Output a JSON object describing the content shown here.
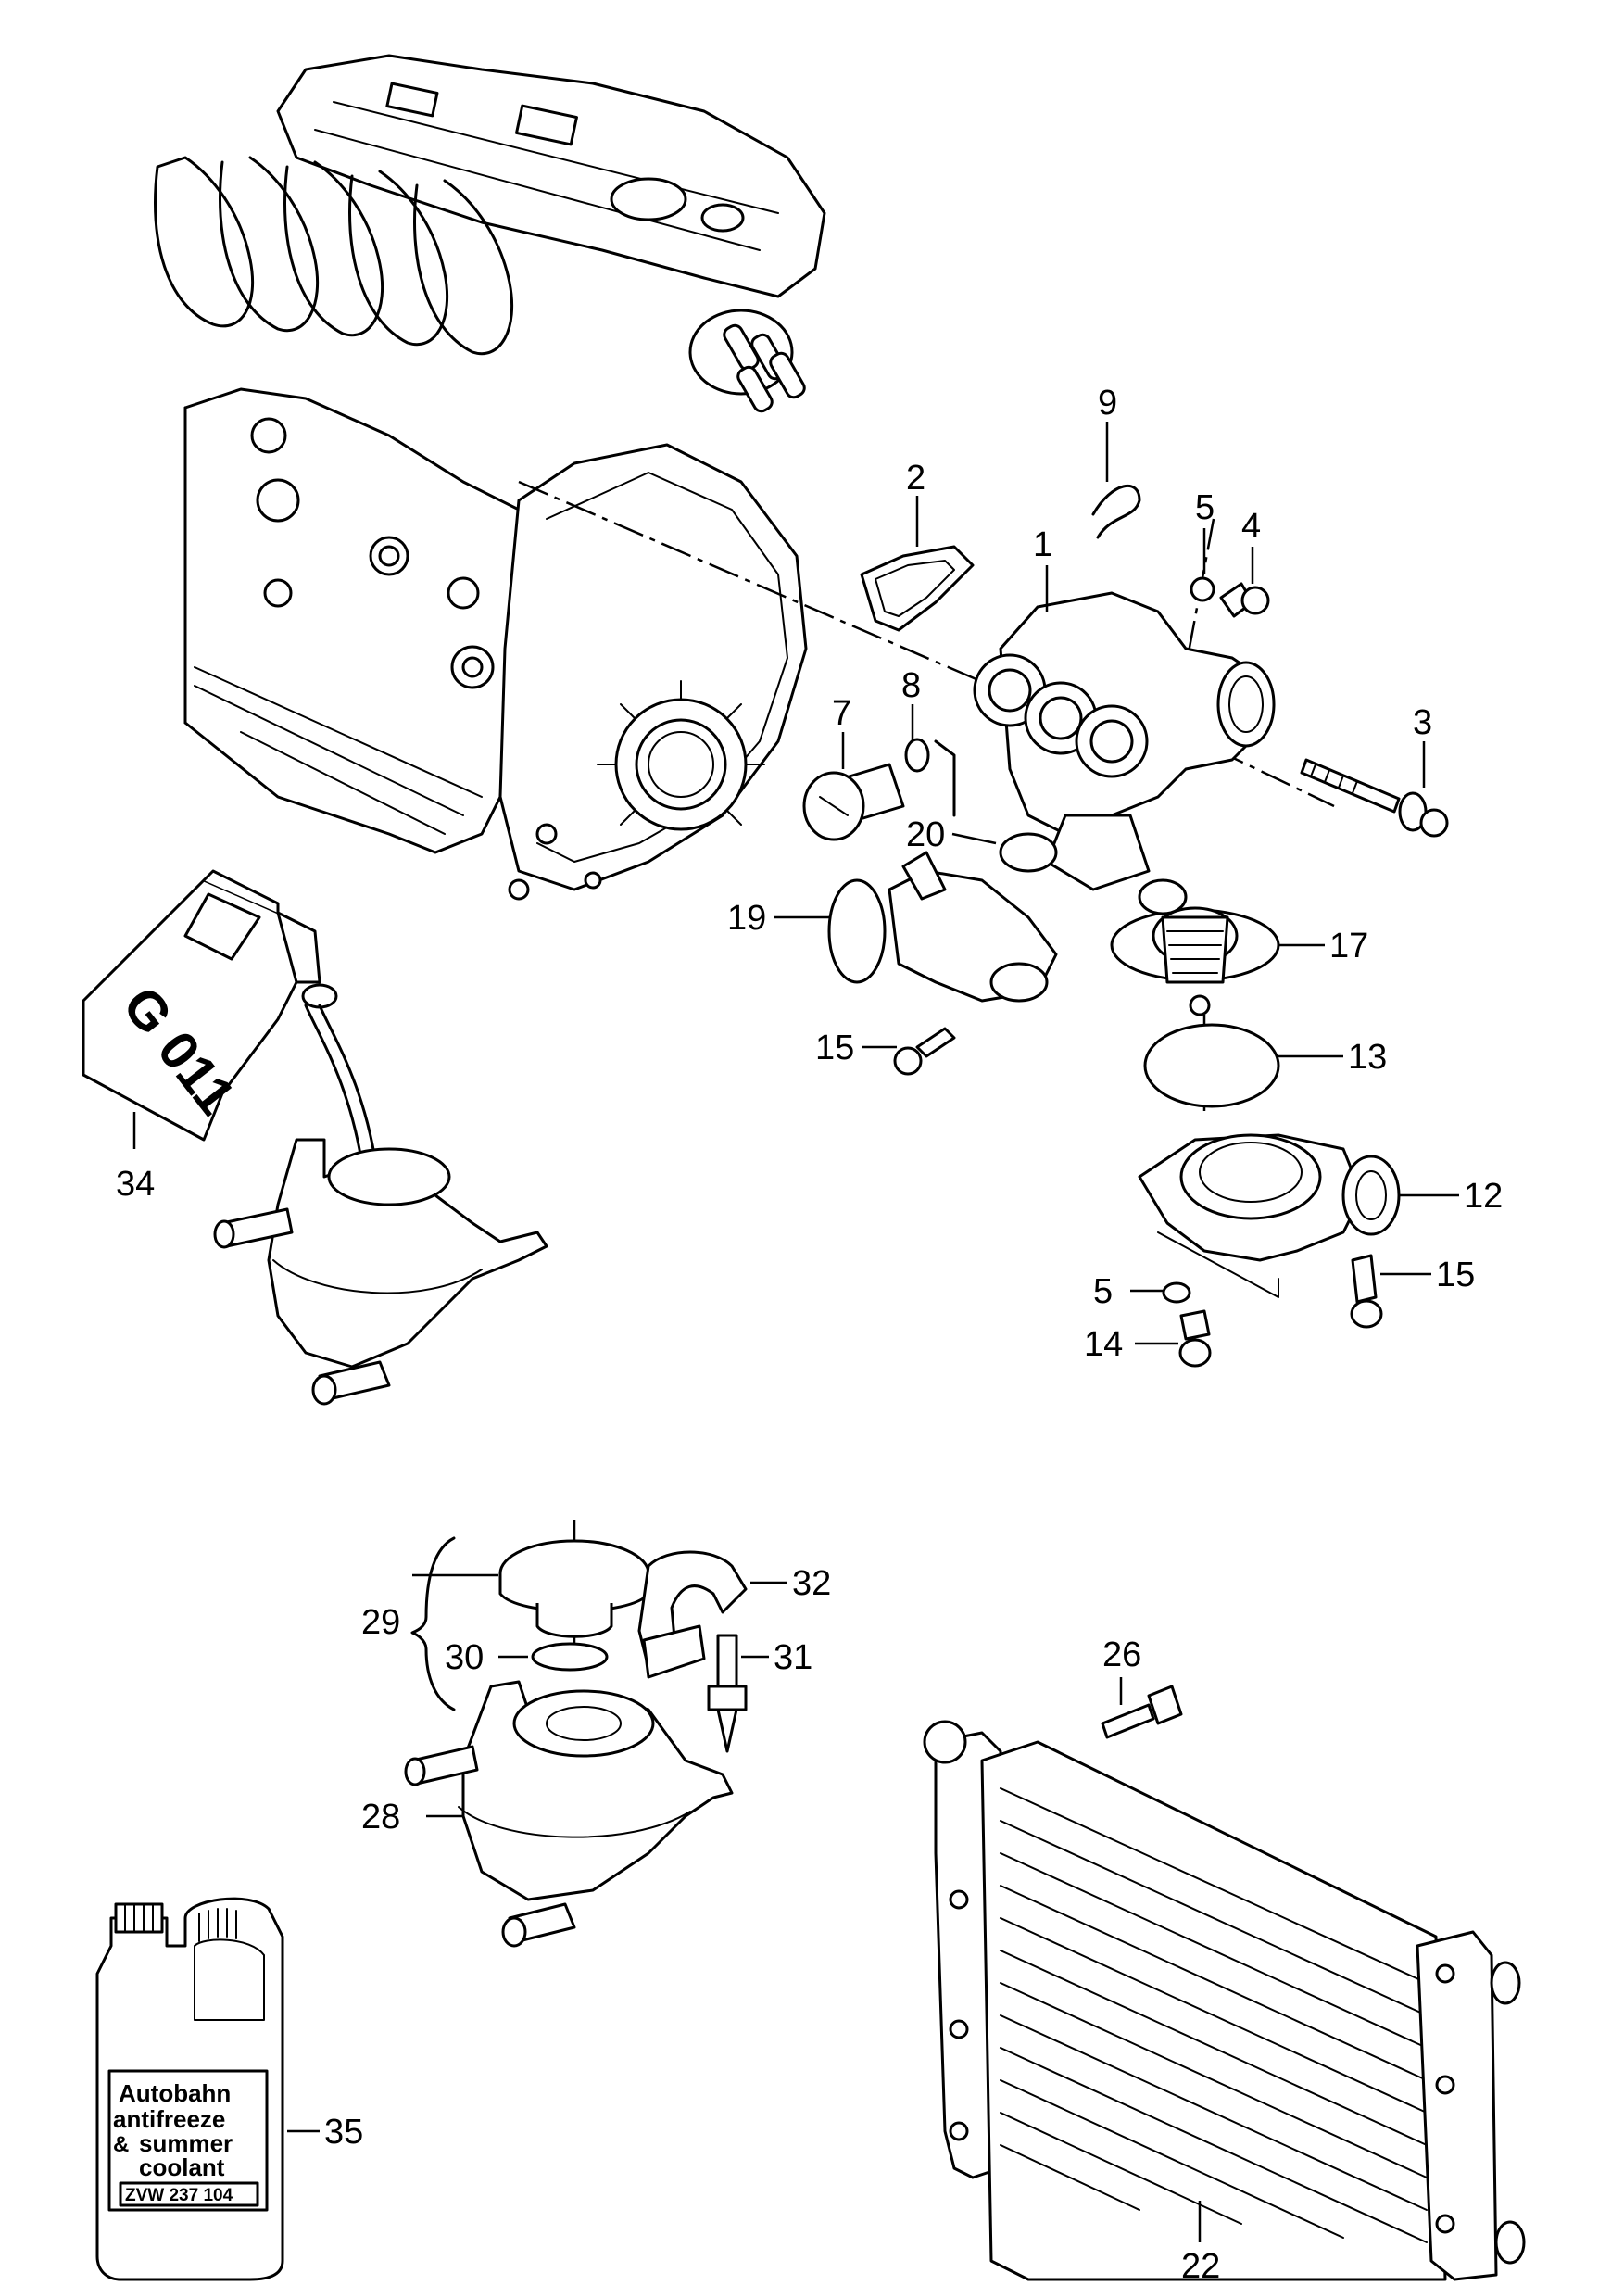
{
  "diagram": {
    "callouts": [
      {
        "id": "c1",
        "text": "1"
      },
      {
        "id": "c2",
        "text": "2"
      },
      {
        "id": "c3",
        "text": "3"
      },
      {
        "id": "c4",
        "text": "4"
      },
      {
        "id": "c5a",
        "text": "5"
      },
      {
        "id": "c5b",
        "text": "5"
      },
      {
        "id": "c7",
        "text": "7"
      },
      {
        "id": "c8",
        "text": "8"
      },
      {
        "id": "c9",
        "text": "9"
      },
      {
        "id": "c12",
        "text": "12"
      },
      {
        "id": "c13",
        "text": "13"
      },
      {
        "id": "c14",
        "text": "14"
      },
      {
        "id": "c15a",
        "text": "15"
      },
      {
        "id": "c15b",
        "text": "15"
      },
      {
        "id": "c17",
        "text": "17"
      },
      {
        "id": "c19",
        "text": "19"
      },
      {
        "id": "c20",
        "text": "20"
      },
      {
        "id": "c22",
        "text": "22"
      },
      {
        "id": "c26",
        "text": "26"
      },
      {
        "id": "c28",
        "text": "28"
      },
      {
        "id": "c29",
        "text": "29"
      },
      {
        "id": "c30",
        "text": "30"
      },
      {
        "id": "c31",
        "text": "31"
      },
      {
        "id": "c32",
        "text": "32"
      },
      {
        "id": "c34",
        "text": "34"
      },
      {
        "id": "c35",
        "text": "35"
      }
    ],
    "can_label": "G 011",
    "bottle_label": {
      "line1": "Autobahn",
      "line2": "antifreeze",
      "line3": "summer",
      "line4": "coolant",
      "ampersand": "&",
      "part_number": "ZVW 237 104"
    }
  }
}
